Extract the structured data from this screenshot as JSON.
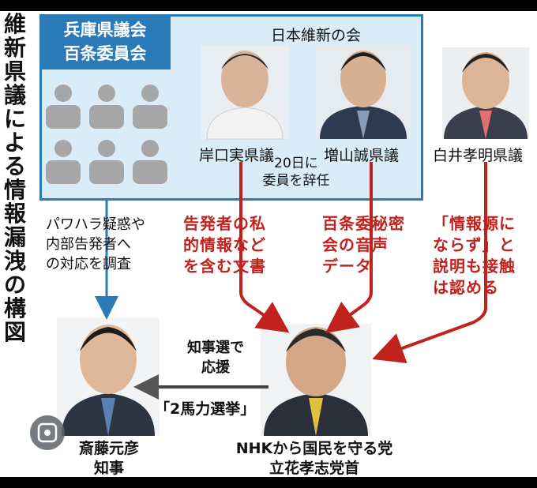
{
  "vertical_title": "維新県議による情報漏洩の構図",
  "box": {
    "label_line1": "兵庫県議会",
    "label_line2": "百条委員会",
    "party": "日本維新の会",
    "note_line1": "20日に",
    "note_line2": "委員を辞任"
  },
  "people": {
    "kishiguchi": "岸口実県議",
    "masuyama": "増山誠県議",
    "shirai": "白井孝明県議",
    "saito_line1": "斎藤元彦",
    "saito_line2": "知事",
    "tachibana_line1": "NHKから国民を守る党",
    "tachibana_line2": "立花孝志党首"
  },
  "captions": {
    "investigate": [
      "パワハラ疑惑や",
      "内部告発者へ",
      "の対応を調査"
    ],
    "doc": [
      "告発者の私",
      "的情報など",
      "を含む文書"
    ],
    "audio": [
      "百条委秘密",
      "会の音声",
      "データ"
    ],
    "shirai_note": [
      "「情報源に",
      "ならず」と",
      "説明も接触",
      "は認める"
    ],
    "support": [
      "知事選で",
      "応援"
    ],
    "duo": "「2馬力選挙」"
  },
  "colors": {
    "box_blue": "#2a7ab8",
    "box_fill": "#d9ecf7",
    "red": "#c0221e",
    "grey": "#a6a6a6"
  }
}
